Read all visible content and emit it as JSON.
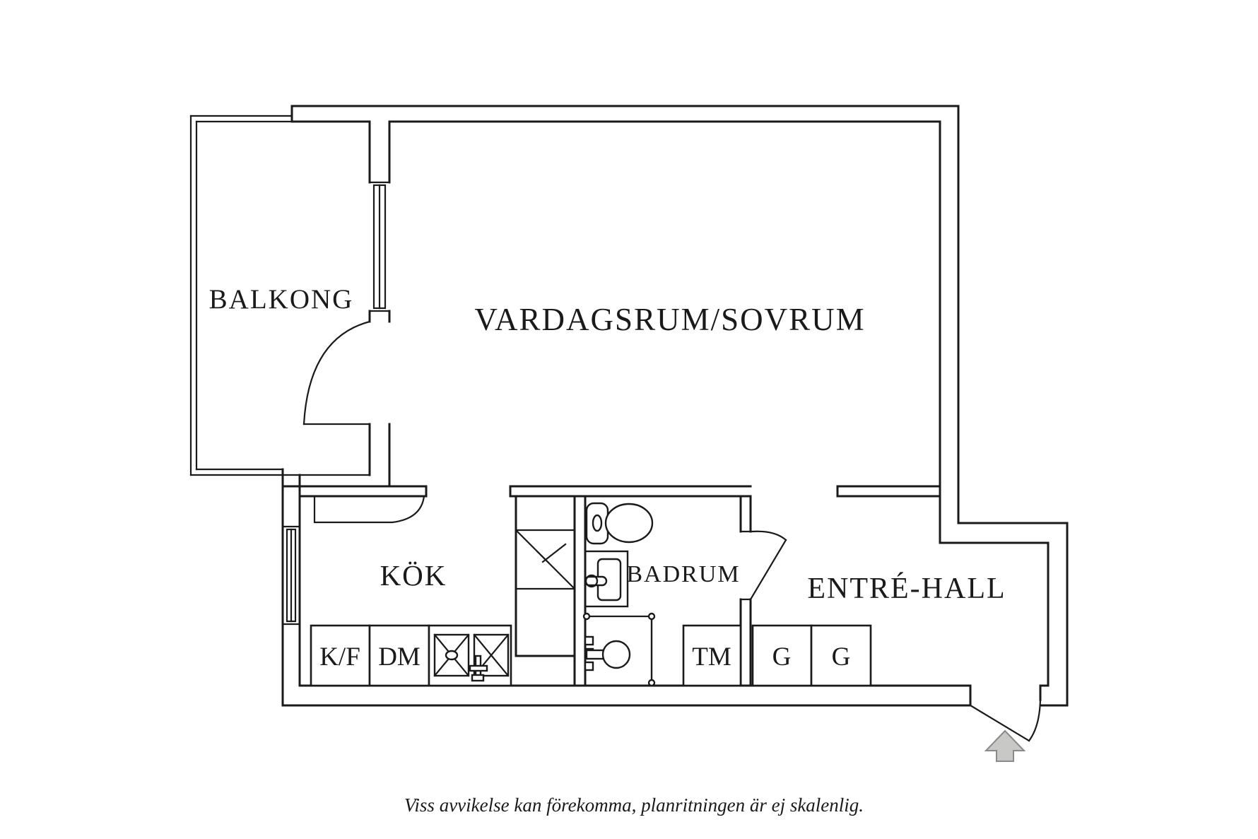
{
  "page": {
    "background": "#ffffff",
    "line_color": "#1a1a1a",
    "arrow_fill": "#c8c8c6",
    "arrow_stroke": "#8a8a88"
  },
  "floorplan": {
    "rooms": {
      "balcony": {
        "label": "BALKONG"
      },
      "living_room": {
        "label": "VARDAGSRUM/SOVRUM"
      },
      "kitchen": {
        "label": "KÖK"
      },
      "bathroom": {
        "label": "BADRUM"
      },
      "hall": {
        "label": "ENTRÉ-HALL"
      }
    },
    "fixtures": {
      "fridge_freezer": {
        "label": "K/F"
      },
      "dishwasher": {
        "label": "DM"
      },
      "washing_machine": {
        "label": "TM"
      },
      "wardrobe_1": {
        "label": "G"
      },
      "wardrobe_2": {
        "label": "G"
      }
    },
    "icons": {
      "entry_arrow": "up-arrow-icon"
    },
    "disclaimer": "Viss avvikelse kan förekomma, planritningen är ej skalenlig."
  }
}
